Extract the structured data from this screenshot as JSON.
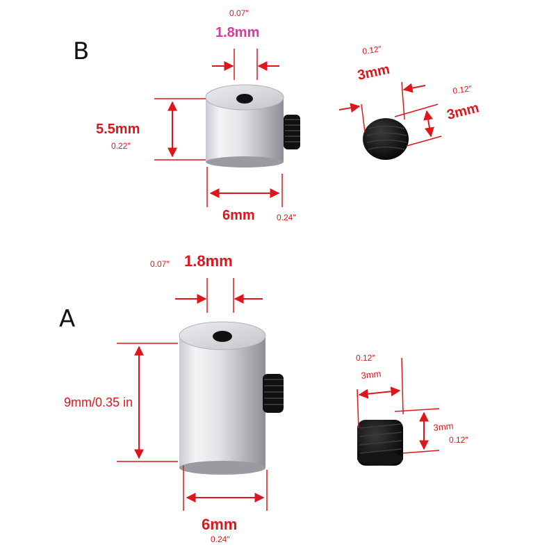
{
  "colors": {
    "dimension": "#e0151b",
    "highlight": "#e0389a",
    "metal_light": "#f2f2f4",
    "metal_dark": "#9a9aa0",
    "screw": "#111111"
  },
  "variant_b": {
    "letter": "B",
    "hole_inch": "0.07″",
    "hole_mm": "1.8mm",
    "height_mm": "5.5mm",
    "height_inch": "0.22″",
    "width_mm": "6mm",
    "width_inch": "0.24″",
    "screw_len_inch": "0.12″",
    "screw_len_mm": "3mm",
    "screw_dia_inch": "0.12″",
    "screw_dia_mm": "3mm"
  },
  "variant_a": {
    "letter": "A",
    "hole_inch": "0.07″",
    "hole_mm": "1.8mm",
    "height_label": "9mm/0.35 in",
    "width_mm": "6mm",
    "width_inch": "0.24″",
    "screw_len_inch": "0.12″",
    "screw_len_mm": "3mm",
    "screw_dia_mm": "3mm",
    "screw_dia_inch": "0.12″"
  }
}
